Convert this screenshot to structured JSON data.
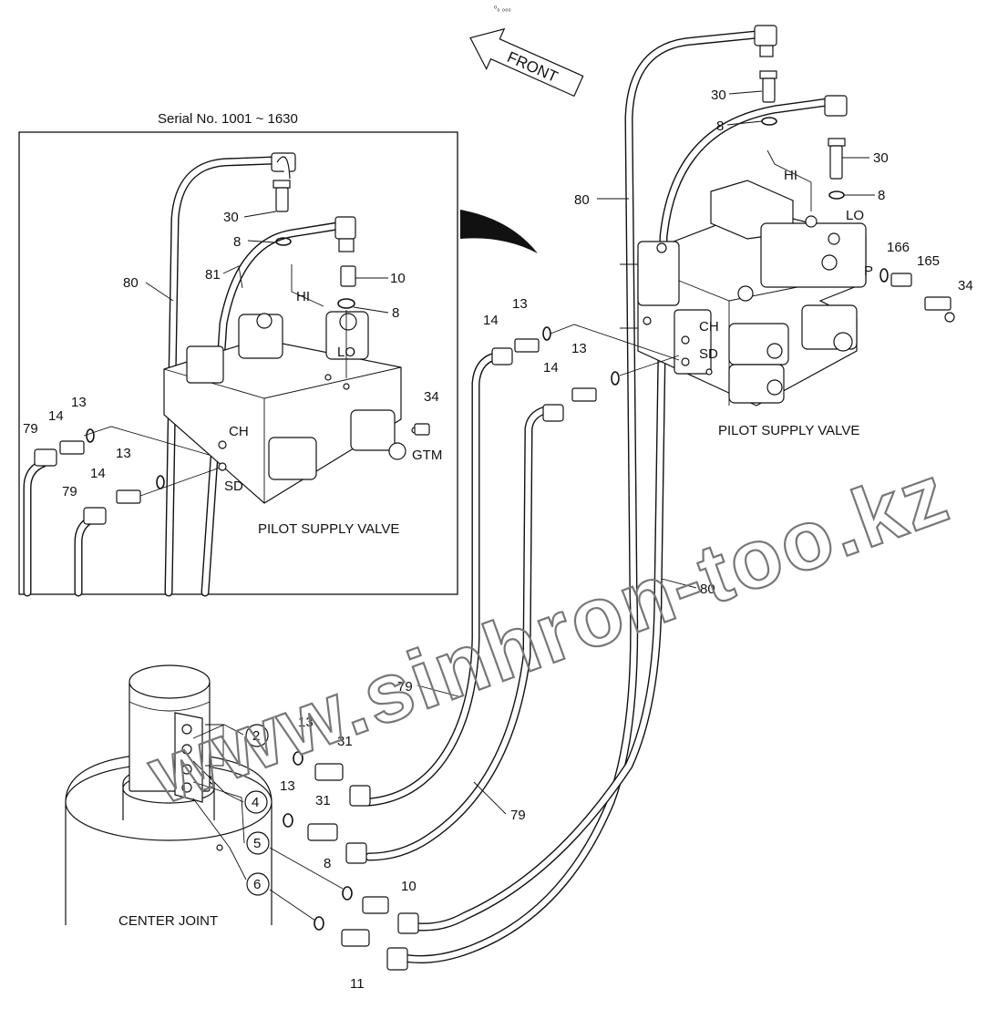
{
  "header_mark": "⁰₀ ₀₀₀",
  "front_label": "FRONT",
  "inset": {
    "title": "Serial No. 1001 ~ 1630",
    "labels": {
      "p30": "30",
      "p8a": "8",
      "p80": "80",
      "p81": "81",
      "p10": "10",
      "hi": "HI",
      "p8b": "8",
      "lo": "LO",
      "p34": "34",
      "gtm": "GTM",
      "p13a": "13",
      "p14a": "14",
      "p79a": "79",
      "ch": "CH",
      "p13b": "13",
      "p14b": "14",
      "sd": "SD",
      "p79b": "79",
      "valve": "PILOT SUPPLY VALVE"
    }
  },
  "main": {
    "labels": {
      "p30a": "30",
      "p8a": "8",
      "p30b": "30",
      "p8b": "8",
      "p80a": "80",
      "hi": "HI",
      "lo": "LO",
      "p166": "166",
      "p165": "165",
      "p34": "34",
      "p": "P",
      "p13a": "13",
      "p14a": "14",
      "ch": "CH",
      "p13b": "13",
      "sd": "SD",
      "p14b": "14",
      "valve": "PILOT SUPPLY VALVE",
      "p80b": "80",
      "p79a": "79",
      "p79b": "79",
      "c2": "2",
      "c4": "4",
      "c5": "5",
      "c6": "6",
      "p13c": "13",
      "p31a": "31",
      "p13d": "13",
      "p31b": "31",
      "p8c": "8",
      "p10": "10",
      "p11": "11",
      "center_joint": "CENTER JOINT"
    }
  },
  "watermark": "www.sinhron-too.kz"
}
